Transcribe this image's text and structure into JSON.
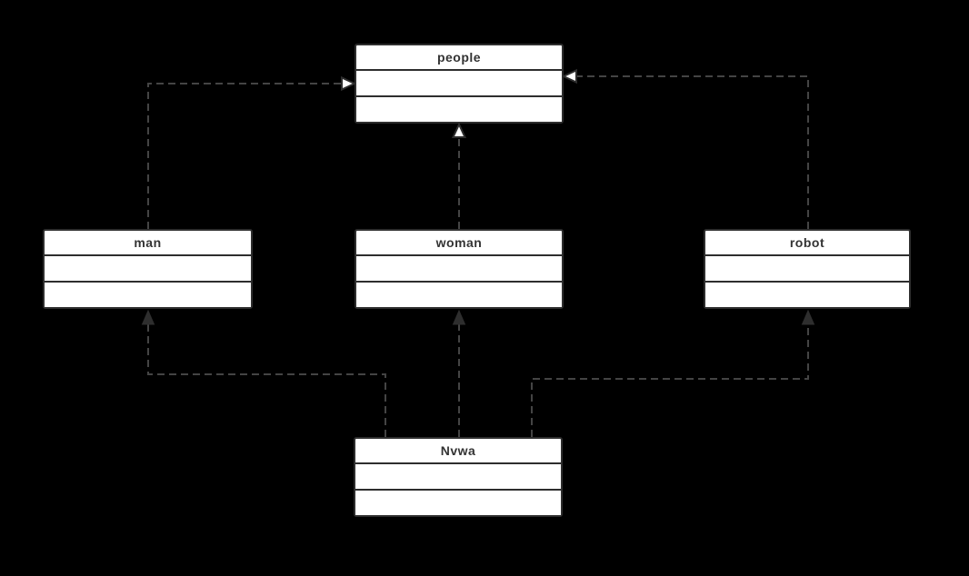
{
  "diagram": {
    "type": "uml-class-diagram",
    "classes": [
      {
        "name": "people"
      },
      {
        "name": "man"
      },
      {
        "name": "woman"
      },
      {
        "name": "robot"
      },
      {
        "name": "Nvwa"
      }
    ],
    "relations": [
      {
        "from": "man",
        "to": "people",
        "line": "dashed",
        "arrowhead": "hollow-triangle"
      },
      {
        "from": "woman",
        "to": "people",
        "line": "dashed",
        "arrowhead": "hollow-triangle"
      },
      {
        "from": "robot",
        "to": "people",
        "line": "dashed",
        "arrowhead": "hollow-triangle"
      },
      {
        "from": "Nvwa",
        "to": "man",
        "line": "dashed",
        "arrowhead": "solid-triangle"
      },
      {
        "from": "Nvwa",
        "to": "woman",
        "line": "dashed",
        "arrowhead": "solid-triangle"
      },
      {
        "from": "Nvwa",
        "to": "robot",
        "line": "dashed",
        "arrowhead": "solid-triangle"
      }
    ],
    "colors": {
      "background": "#000000",
      "box_fill": "#ffffff",
      "box_border": "#2e2e2e",
      "edge": "#444444",
      "text": "#333333"
    }
  }
}
